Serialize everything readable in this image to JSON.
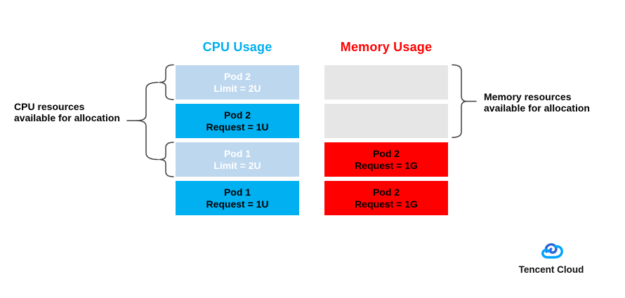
{
  "diagram": {
    "cpu_column": {
      "title": "CPU Usage",
      "title_color": "#00AEEF",
      "boxes": [
        {
          "line1": "Pod 2",
          "line2": "Limit = 2U",
          "style": "limit",
          "fill": "#BDD7EE",
          "text_color": "#FFFFFF"
        },
        {
          "line1": "Pod 2",
          "line2": "Request = 1U",
          "style": "request",
          "fill": "#00B0F0",
          "text_color": "#000000"
        },
        {
          "line1": "Pod 1",
          "line2": "Limit = 2U",
          "style": "limit",
          "fill": "#BDD7EE",
          "text_color": "#FFFFFF"
        },
        {
          "line1": "Pod 1",
          "line2": "Request = 1U",
          "style": "request",
          "fill": "#00B0F0",
          "text_color": "#000000"
        }
      ]
    },
    "memory_column": {
      "title": "Memory Usage",
      "title_color": "#FF0000",
      "boxes": [
        {
          "line1": "",
          "line2": "",
          "style": "free",
          "fill": "#E7E6E6"
        },
        {
          "line1": "",
          "line2": "",
          "style": "free",
          "fill": "#E7E6E6"
        },
        {
          "line1": "Pod 2",
          "line2": "Request = 1G",
          "style": "request",
          "fill": "#FF0000",
          "text_color": "#000000"
        },
        {
          "line1": "Pod 2",
          "line2": "Request = 1G",
          "style": "request",
          "fill": "#FF0000",
          "text_color": "#000000"
        }
      ]
    },
    "annotations": {
      "left": {
        "line1": "CPU resources",
        "line2": "available for allocation"
      },
      "right": {
        "line1": "Memory resources",
        "line2": "available for allocation"
      }
    },
    "brace_color": "#3F3F3F"
  },
  "logo": {
    "label": "Tencent Cloud",
    "cloud_dark_color": "#2B63D9",
    "cloud_light_color": "#00A3FF"
  }
}
